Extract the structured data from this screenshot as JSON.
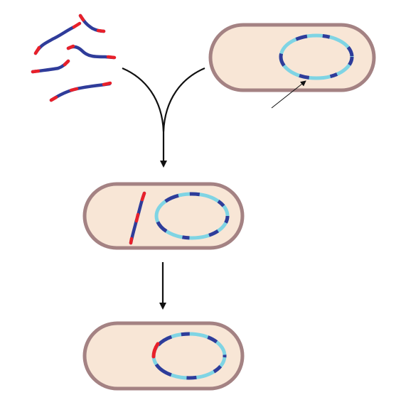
{
  "colors": {
    "cell_fill": "#F8E6D6",
    "cell_border": "#A48283",
    "plasmid_light": "#7FD4E4",
    "dna_blue": "#2F3C9A",
    "dna_red": "#E8202A",
    "arrow": "#111111"
  },
  "diagram": {
    "steps": [
      "dna-fragments-and-cell",
      "fragment-uptake",
      "recombination"
    ]
  }
}
